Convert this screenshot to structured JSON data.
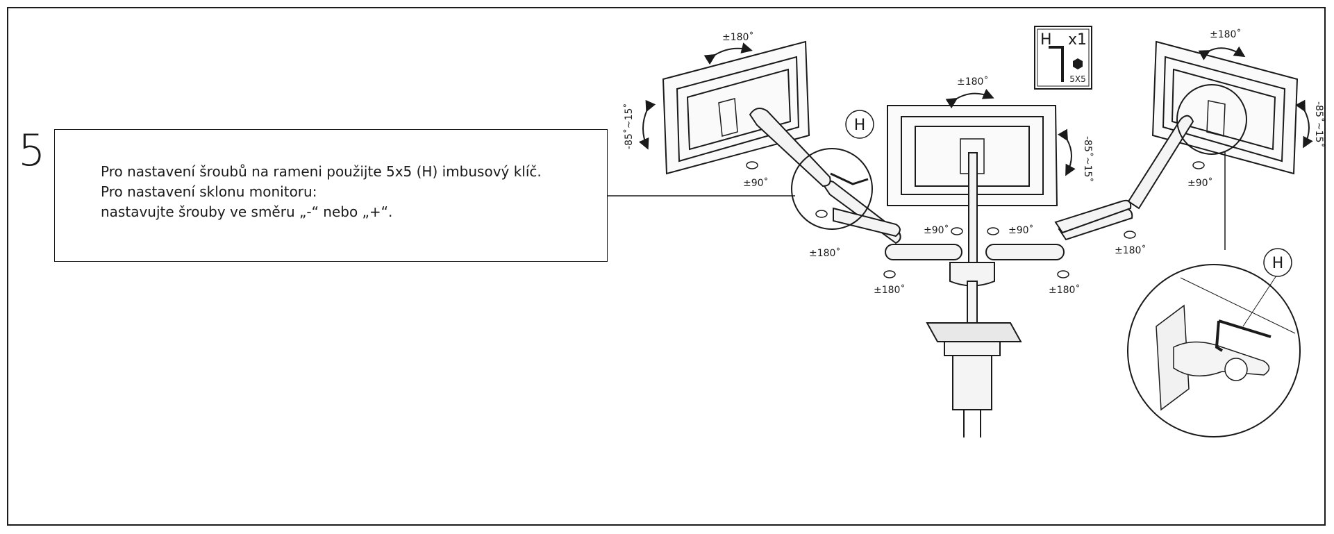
{
  "step": {
    "number": "5"
  },
  "instructions": {
    "line1": "Pro nastavení šroubů na rameni použijte 5x5 (H) imbusový klíč.",
    "line2": "Pro nastavení sklonu monitoru:",
    "line3": "nastavujte šrouby ve směru „-“ nebo „+“."
  },
  "tool_box": {
    "letter": "H",
    "quantity": "x1",
    "size": "5X5"
  },
  "callouts": {
    "hex_key_left": "H",
    "hex_key_zoom": "H"
  },
  "rotation_labels": {
    "left_monitor_top": "±180˚",
    "left_monitor_tilt": "-85˚~15˚",
    "left_monitor_swivel": "±90˚",
    "center_monitor_top": "±180˚",
    "center_monitor_tilt": "-85˚~15˚",
    "right_monitor_top": "±180˚",
    "right_monitor_tilt": "-85˚~15˚",
    "right_monitor_swivel": "±90˚",
    "left_elbow": "±180˚",
    "left_lower_joint": "±180˚",
    "center_left_joint": "±90˚",
    "center_right_joint": "±90˚",
    "right_elbow": "±180˚",
    "right_lower_joint": "±180˚"
  }
}
